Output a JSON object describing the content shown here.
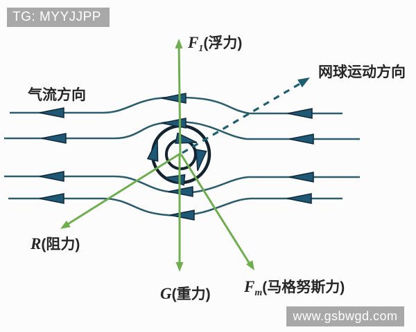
{
  "watermarks": {
    "tg": "TG: MYYJJPP",
    "site": "www.gsbwgd.com"
  },
  "labels": {
    "airflow": "气流方向",
    "motion": "网球运动方向",
    "f1": {
      "symbol": "F",
      "sub": "1",
      "name": "(浮力)"
    },
    "r": {
      "symbol": "R",
      "sub": "",
      "name": "(阻力)"
    },
    "g": {
      "symbol": "G",
      "sub": "",
      "name": "(重力)"
    },
    "fm": {
      "symbol": "F",
      "sub": "m",
      "name": "(马格努斯力)"
    }
  },
  "diagram": {
    "type": "physics-force-diagram",
    "subject": "magnus-effect-on-spinning-tennis-ball",
    "ball_rotation": "clockwise",
    "airflow_direction": "right-to-left",
    "forces": [
      {
        "id": "f1",
        "direction": "up"
      },
      {
        "id": "r",
        "direction": "down-left"
      },
      {
        "id": "g",
        "direction": "down"
      },
      {
        "id": "fm",
        "direction": "down-right"
      }
    ],
    "motion_arrow": {
      "style": "dashed",
      "direction": "up-right"
    },
    "streamline_count": 4
  },
  "colors": {
    "background": "#fcfcfc",
    "flow_line": "#2c5d6d",
    "flow_arrow_fill": "#1e5875",
    "flow_arrow_stroke": "#10293a",
    "ball_stroke": "#13242f",
    "force_green": "#6fae4e",
    "motion_teal": "#1d5f70",
    "banner_gray": "#a8a8a8",
    "banner_text": "#ffffff",
    "label_text": "#262626"
  }
}
